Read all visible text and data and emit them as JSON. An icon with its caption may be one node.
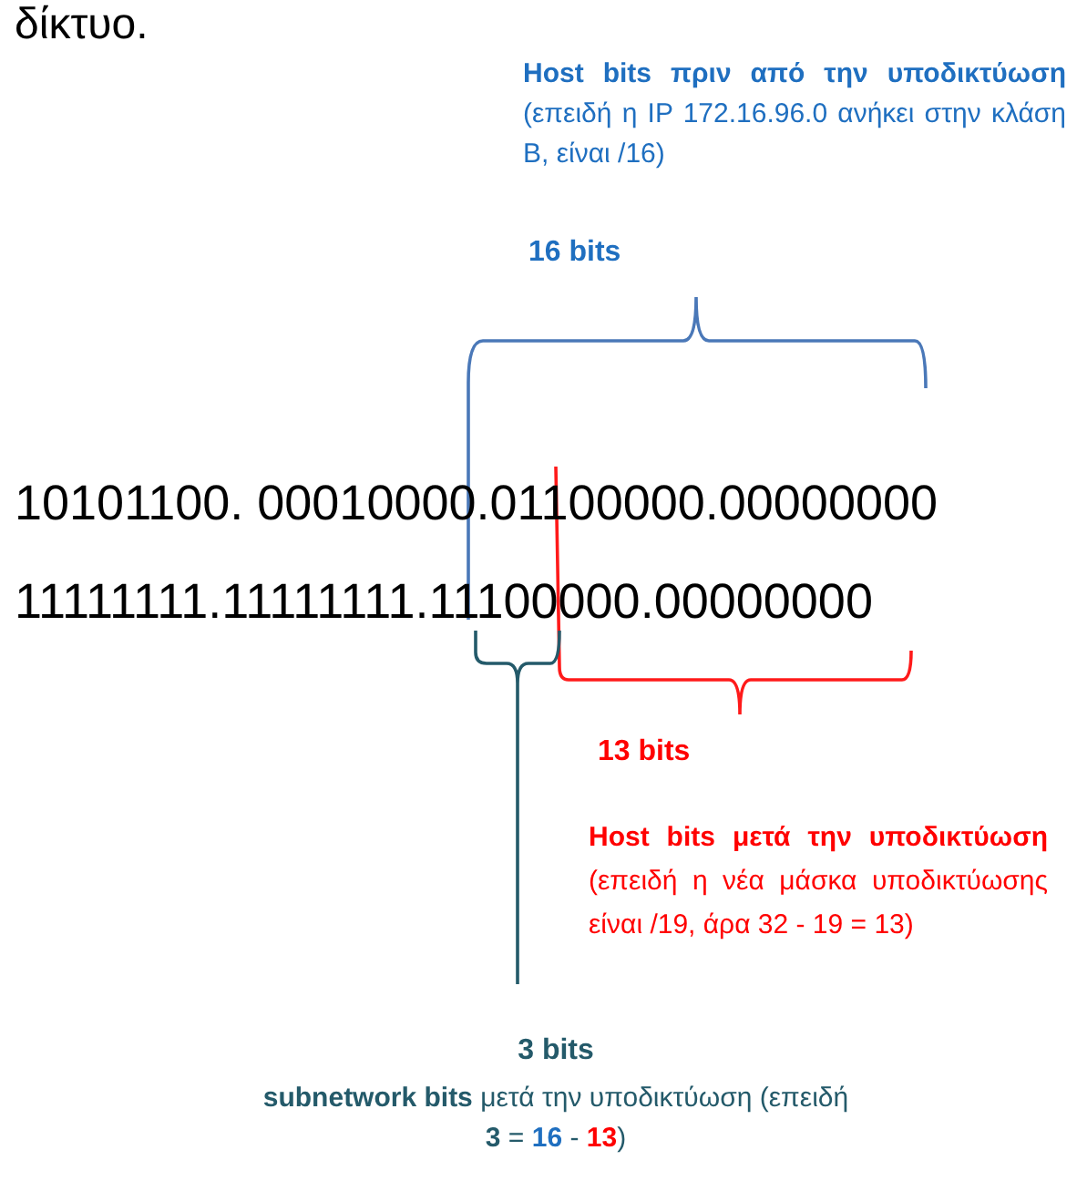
{
  "diagram": {
    "labels": [
      "δίκτυο.",
      "**Host bits πριν από την υποδικτύωση** (επειδή η IP 172.16.96.0 ανήκει στην κλάση B, είναι /16)",
      "16 bits",
      "10101100. 00010000.01100000.00000000",
      "11111111.11111111.11100000.00000000",
      "13 bits",
      "**Host bits μετά την υποδικτύωση** (επειδή η νέα μάσκα υποδικτύωσης είναι /19, άρα 32 - 19 = 13)",
      "3 bits",
      "**subnetwork bits** μετά την υποδικτύωση (επειδή **3** = **16** - **13**)"
    ]
  }
}
